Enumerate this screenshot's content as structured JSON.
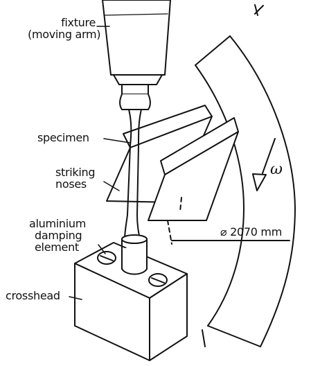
{
  "diagram": {
    "labels": {
      "fixture_line1": "fixture",
      "fixture_line2": "(moving arm)",
      "specimen": "specimen",
      "striking_line1": "striking",
      "striking_line2": "noses",
      "aluminium_line1": "aluminium",
      "aluminium_line2": "damping",
      "aluminium_line3": "element",
      "crosshead": "crosshead",
      "omega": "ω",
      "diameter": "⌀ 2070 mm"
    }
  }
}
